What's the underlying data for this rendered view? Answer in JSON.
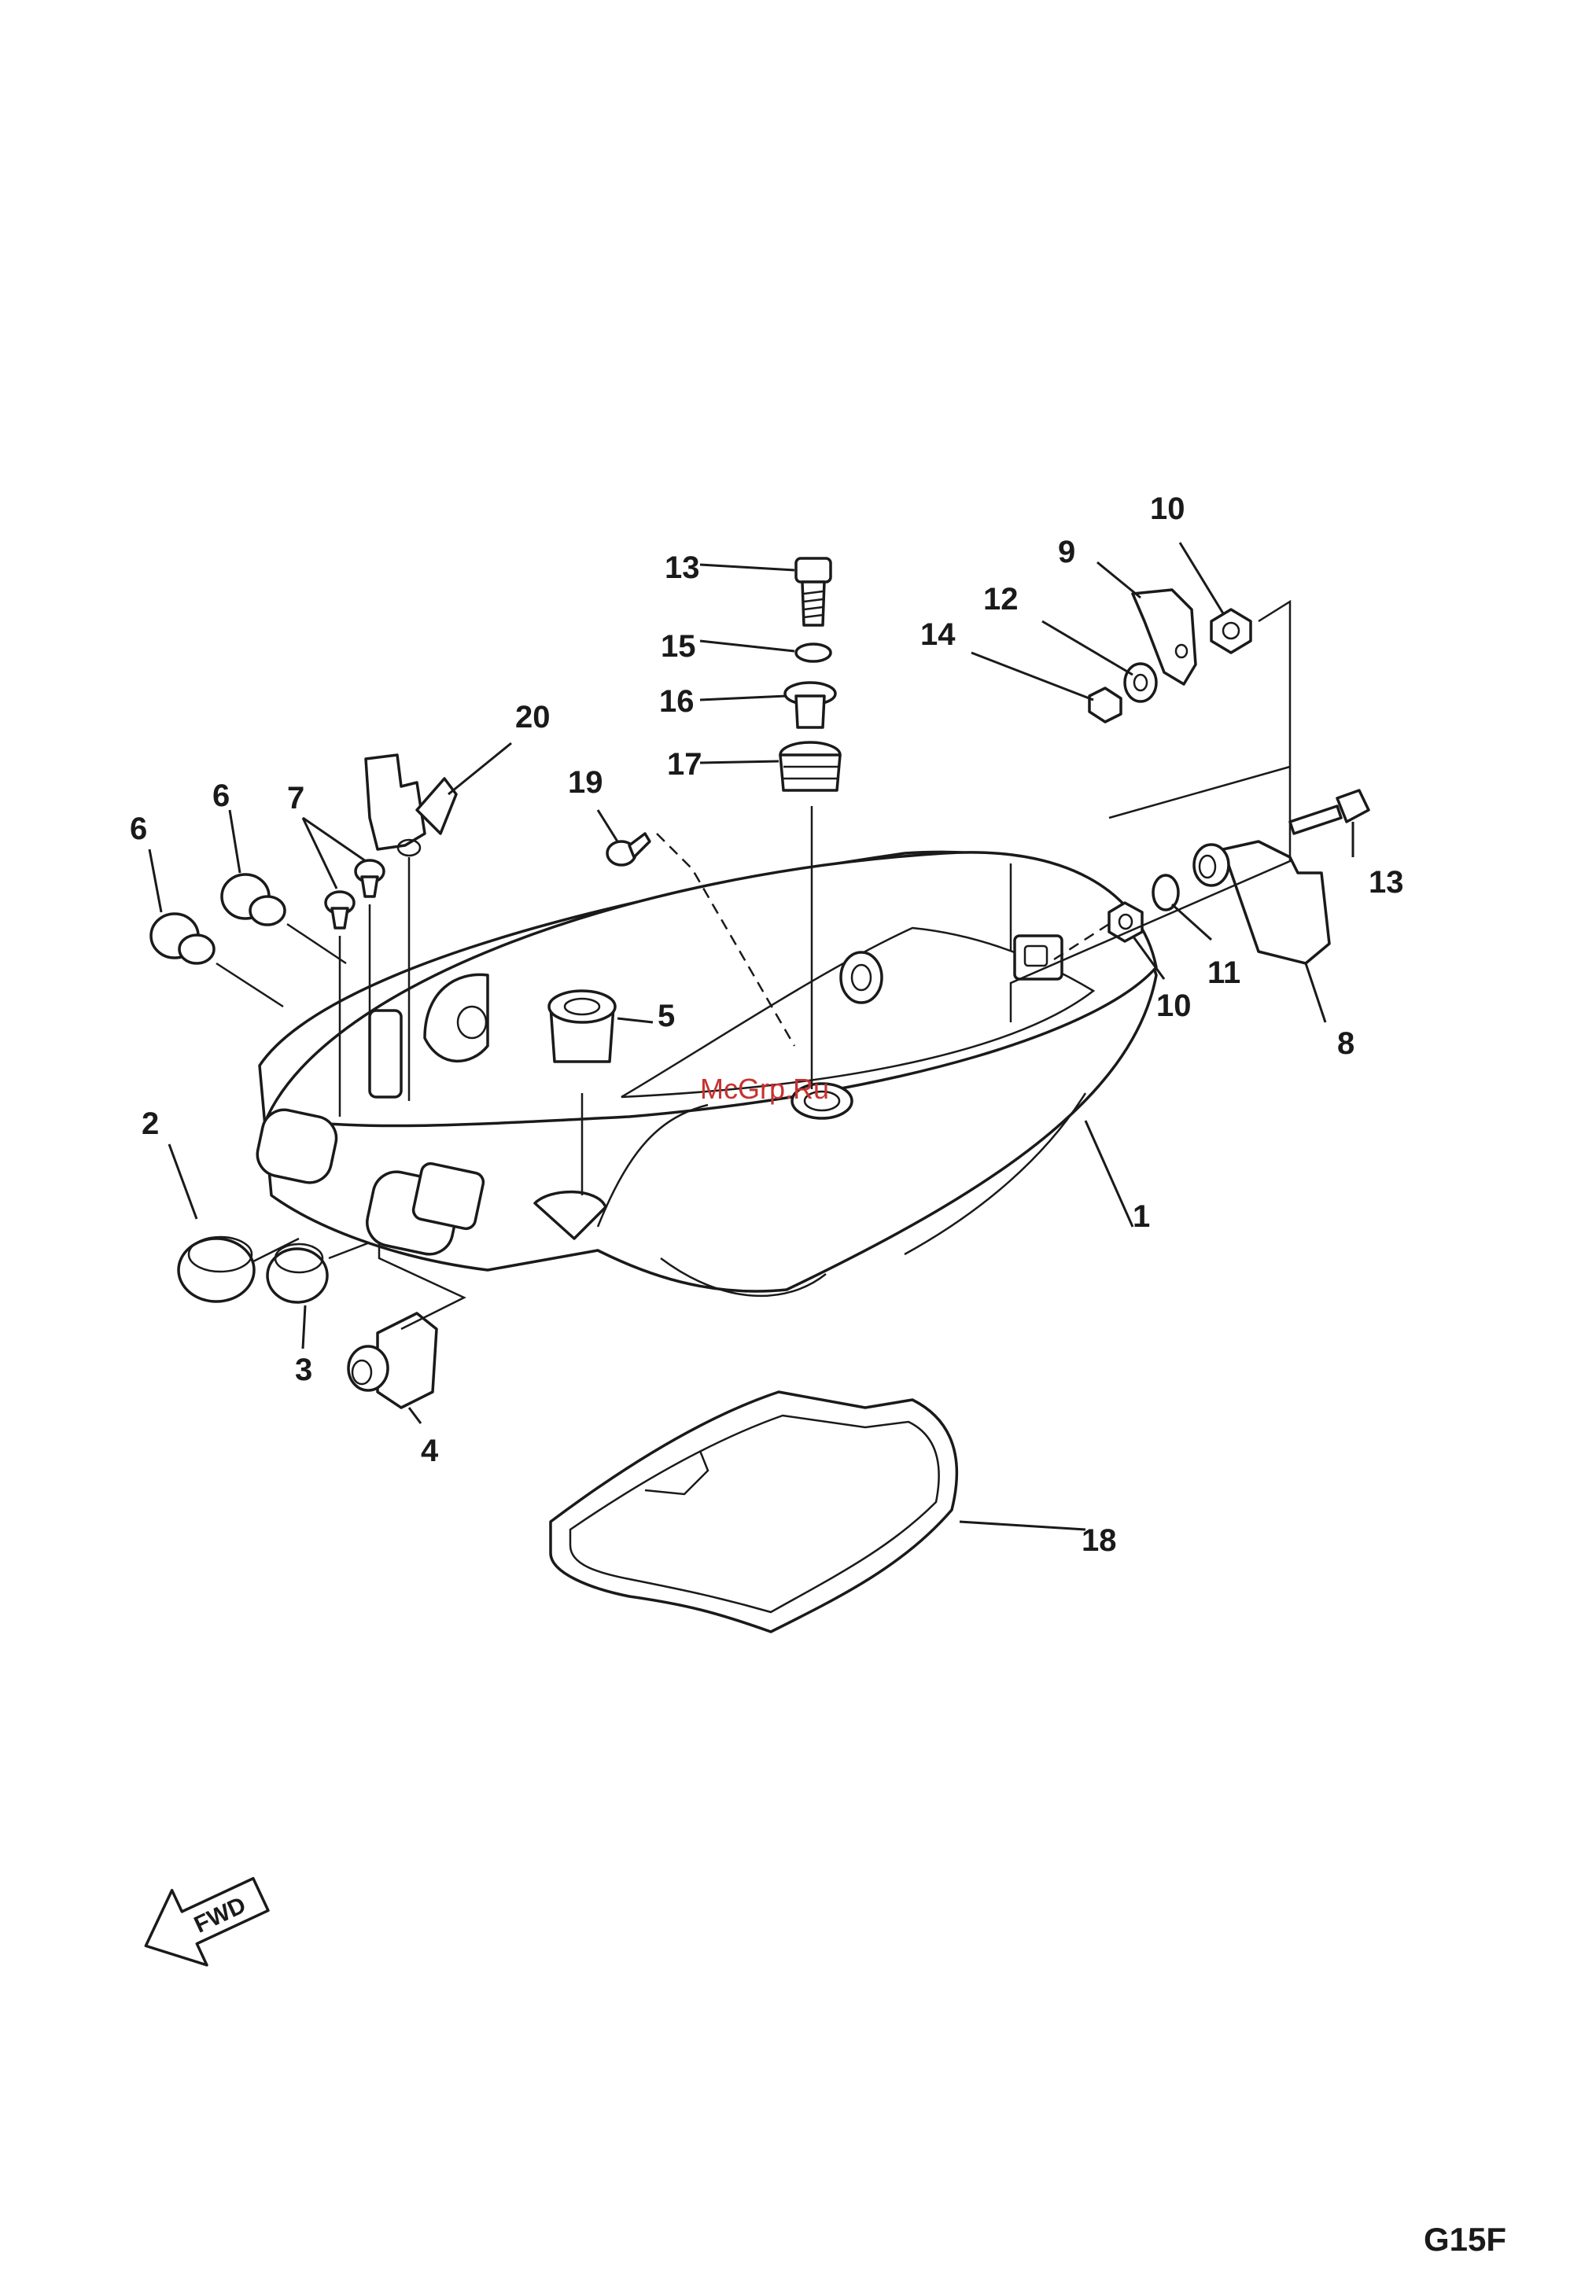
{
  "diagram": {
    "code": "G15F",
    "watermark": "McGrp.Ru",
    "fwd_label": "FWD"
  },
  "labels": {
    "l1": "1",
    "l2": "2",
    "l3": "3",
    "l4": "4",
    "l5": "5",
    "l6a": "6",
    "l6b": "6",
    "l7": "7",
    "l8": "8",
    "l9": "9",
    "l10a": "10",
    "l10b": "10",
    "l11": "11",
    "l12": "12",
    "l13a": "13",
    "l13b": "13",
    "l14": "14",
    "l15": "15",
    "l16": "16",
    "l17": "17",
    "l18": "18",
    "l19": "19",
    "l20": "20"
  }
}
